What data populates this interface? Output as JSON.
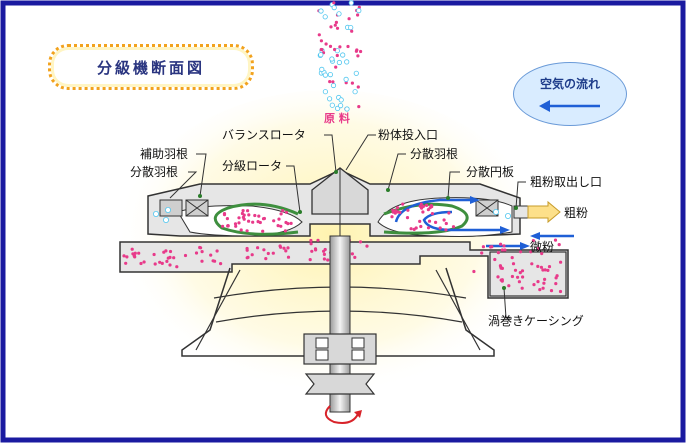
{
  "title": "分級機断面図",
  "air_flow_label": "空気の流れ",
  "raw_material_label": "原 料",
  "labels": {
    "balance_rotor": "バランスロータ",
    "powder_inlet": "粉体投入口",
    "aux_vane": "補助羽根",
    "disperse_vane_left": "分散羽根",
    "classify_rotor": "分級ロータ",
    "disperse_vane_right": "分散羽根",
    "disperse_disc": "分散円板",
    "coarse_outlet": "粗粉取出し口",
    "coarse": "粗粉",
    "fine": "微粉",
    "scroll_casing": "渦巻きケーシング"
  },
  "colors": {
    "frame": "#1a1aa0",
    "machine_fill": "#e8e8e8",
    "outline": "#333333",
    "particle_pink": "#e83a8a",
    "particle_cyan": "#4fc6ef",
    "flow_blue": "#1f5fd6",
    "glow": "#fff2b8"
  }
}
